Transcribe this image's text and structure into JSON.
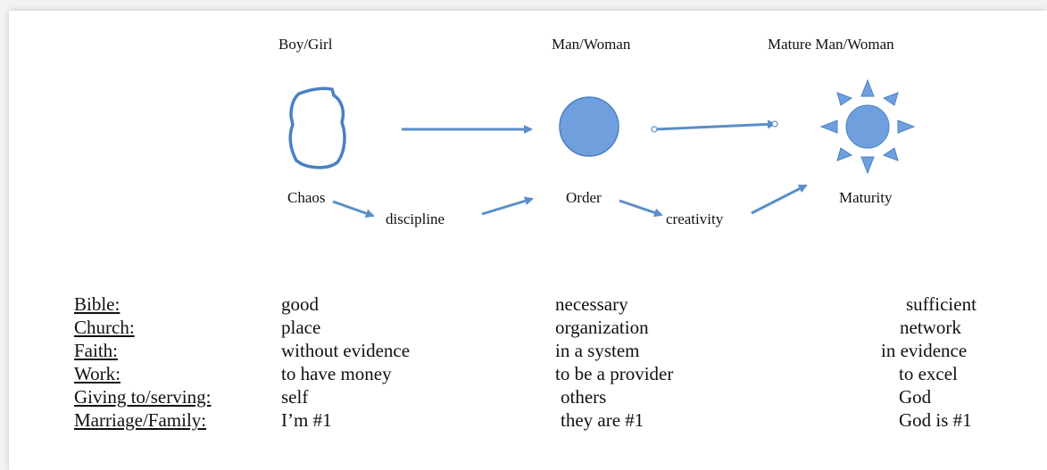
{
  "stages": [
    {
      "title": "Boy/Girl",
      "state": "Chaos"
    },
    {
      "title": "Man/Woman",
      "state": "Order"
    },
    {
      "title": "Mature Man/Woman",
      "state": "Maturity"
    }
  ],
  "transitions": [
    "discipline",
    "creativity"
  ],
  "icons": [
    "chaos-blob-icon",
    "order-circle-icon",
    "maturity-sun-icon"
  ],
  "colors": {
    "shape_fill": "#6fa0dd",
    "shape_stroke": "#4a80c4",
    "arrow": "#5b8ec9",
    "text": "#111111"
  },
  "table": {
    "rows": [
      {
        "label": "Bible:",
        "stage1": "good",
        "stage2": "necessary",
        "stage3": "sufficient"
      },
      {
        "label": "Church:",
        "stage1": "place",
        "stage2": "organization",
        "stage3": "network"
      },
      {
        "label": "Faith:",
        "stage1": "without evidence",
        "stage2": "in a system",
        "stage3": "in evidence"
      },
      {
        "label": "Work:",
        "stage1": "to have money",
        "stage2": "to be a provider",
        "stage3": "to excel"
      },
      {
        "label": "Giving to/serving:",
        "stage1": "self",
        "stage2": "others",
        "stage3": "God"
      },
      {
        "label": "Marriage/Family:",
        "stage1": "I’m #1",
        "stage2": "they are #1",
        "stage3": "God is #1"
      }
    ]
  }
}
